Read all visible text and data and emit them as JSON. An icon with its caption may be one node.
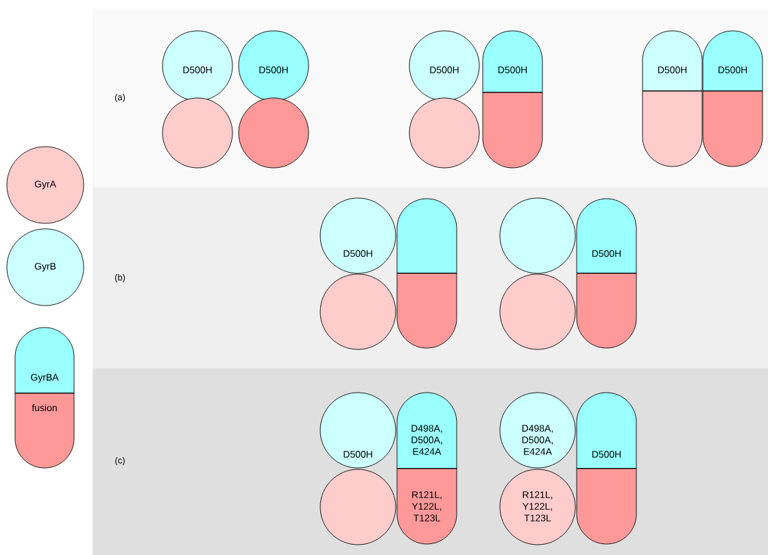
{
  "diagram": {
    "nodes": [
      {
        "text": [
          "GyrA"
        ]
      },
      {
        "text": [
          "GyrB"
        ]
      },
      {
        "text": [
          "GyrBA"
        ]
      },
      {
        "text": [
          "fusion"
        ]
      },
      {
        "text": [
          "(a)"
        ]
      },
      {
        "text": [
          "D500H"
        ],
        "in": 4
      },
      {
        "text": [
          "D500H"
        ],
        "in": 4
      },
      {
        "text": [],
        "shape": "circle",
        "in": 4
      },
      {
        "text": [],
        "shape": "circle",
        "in": 4
      },
      {
        "text": [
          "D500H"
        ],
        "in": 4
      },
      {
        "text": [
          "D500H"
        ],
        "in": 4
      },
      {
        "text": [],
        "shape": "circle",
        "in": 4
      },
      {
        "text": [],
        "shape": "box",
        "in": 4
      },
      {
        "text": [
          "D500H"
        ],
        "in": 4
      },
      {
        "text": [
          "D500H"
        ],
        "in": 4
      },
      {
        "text": [],
        "shape": "box",
        "in": 4
      },
      {
        "text": [],
        "shape": "box",
        "in": 4
      },
      {
        "text": [
          "(b)"
        ]
      },
      {
        "text": [
          "D500H"
        ],
        "in": 17
      },
      {
        "text": [],
        "shape": "box",
        "in": 17
      },
      {
        "text": [],
        "shape": "circle",
        "in": 17
      },
      {
        "text": [],
        "shape": "box",
        "in": 17
      },
      {
        "text": [],
        "shape": "circle",
        "in": 17
      },
      {
        "text": [
          "D500H"
        ],
        "in": 17
      },
      {
        "text": [],
        "shape": "circle",
        "in": 17
      },
      {
        "text": [],
        "shape": "box",
        "in": 17
      },
      {
        "text": [
          "(c)"
        ]
      },
      {
        "text": [
          "D500H"
        ],
        "in": 26
      },
      {
        "text": [
          "D498A, D500A, E424A"
        ],
        "in": 26
      },
      {
        "text": [],
        "shape": "circle",
        "in": 26
      },
      {
        "text": [
          "R121L, Y122L, T123L"
        ],
        "in": 26
      },
      {
        "text": [
          "D498A, D500A, E424A"
        ],
        "in": 26
      },
      {
        "text": [
          "D500H"
        ],
        "in": 26
      },
      {
        "text": [
          "R121L, Y122L, T123L"
        ],
        "in": 26
      },
      {
        "text": [],
        "shape": "box",
        "in": 26
      }
    ]
  }
}
